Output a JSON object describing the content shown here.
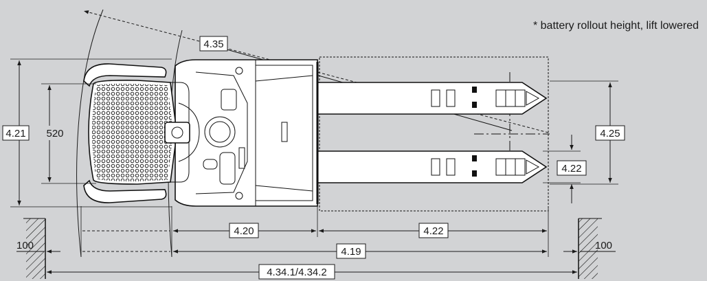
{
  "note": "* battery rollout height, lift lowered",
  "labels": {
    "radius_435": "4.35",
    "width_421": "4.21",
    "width_520": "520",
    "fork_spread_425": "4.25",
    "fork_width_422": "4.22",
    "dim_420": "4.20",
    "fork_length_422": "4.22",
    "dim_419": "4.19",
    "aisle_100_left": "100",
    "aisle_100_right": "100",
    "aisle_434": "4.34.1/4.34.2"
  },
  "colors": {
    "background": "#d2d3d5",
    "line": "#1a1a1a",
    "body": "#ffffff"
  }
}
